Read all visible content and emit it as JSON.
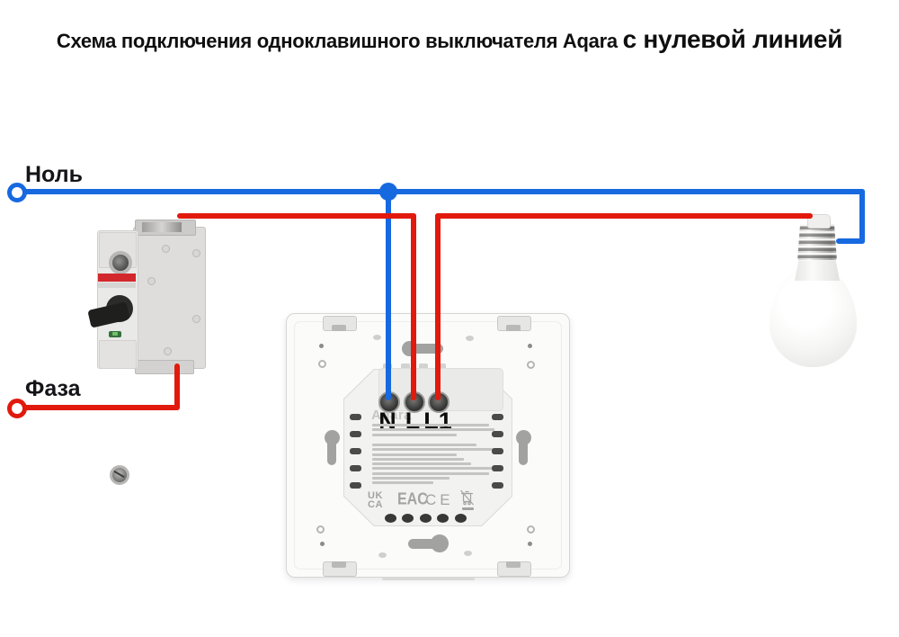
{
  "title": {
    "prefix": "Схема подключения одноклавишного выключателя Aqara ",
    "emphasis": "с нулевой линией"
  },
  "wires": {
    "neutral_label": "Ноль",
    "phase_label": "Фаза"
  },
  "colors": {
    "neutral_wire": "#1769e0",
    "phase_wire": "#e2190d",
    "breaker_stripe": "#d2282c"
  },
  "components": {
    "breaker": "single-pole-circuit-breaker",
    "switch": "aqara-wall-switch-back-plate",
    "bulb": "incandescent-light-bulb"
  },
  "switch": {
    "brand": "Aqara",
    "terminals": [
      {
        "label": "N",
        "wire": "neutral"
      },
      {
        "label": "L",
        "wire": "phase"
      },
      {
        "label": "L1",
        "wire": "phase"
      }
    ],
    "certifications": {
      "ukca_line1": "UK",
      "ukca_line2": "CA",
      "eac": "EAC",
      "ce": "CE",
      "weee": "crossed-out-wheelie-bin"
    },
    "fine_print": {
      "group1": [
        130,
        136,
        94
      ],
      "group2": [
        116,
        138,
        94,
        102,
        110,
        140,
        130,
        86,
        68
      ]
    }
  }
}
